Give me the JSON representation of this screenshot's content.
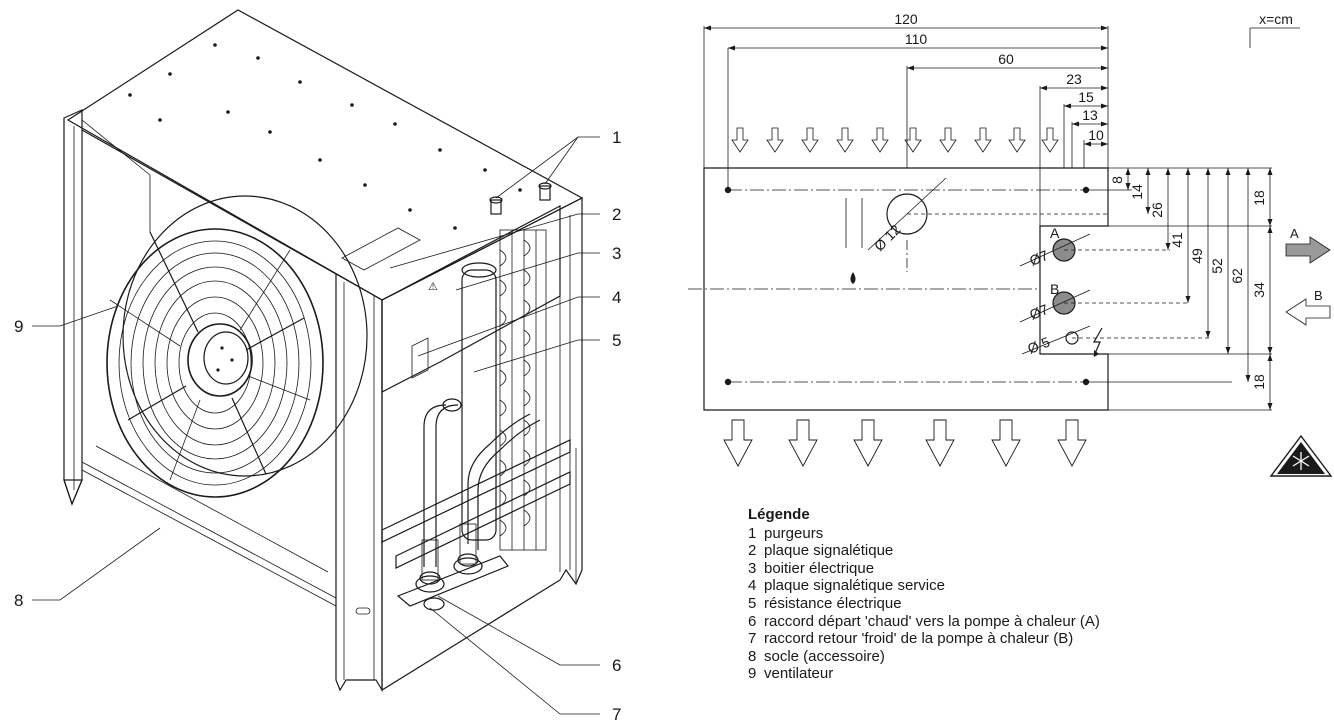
{
  "callouts": [
    "1",
    "2",
    "3",
    "4",
    "5",
    "6",
    "7",
    "8",
    "9"
  ],
  "dimensions": {
    "width_total": "120",
    "width_holes": "110",
    "to_drain": "60",
    "to_notch": "23",
    "to_a": "15",
    "to_b": "13",
    "to_elec": "10",
    "v_notch_top": "8",
    "v_top_margin": "18",
    "v_a": "14",
    "v_drain": "26",
    "v_b": "41",
    "v_elec": "49",
    "v_notch_bot": "52",
    "v_hole_bot": "62",
    "v_notch_height": "34",
    "v_bottom_margin": "18",
    "diam_drain": "Ø 12",
    "diam_a": "Ø7",
    "diam_b": "Ø7",
    "diam_elec": "Ø 5"
  },
  "port_labels": {
    "a": "A",
    "b": "B"
  },
  "flow_labels": {
    "out": "A",
    "in": "B"
  },
  "unit_label": "x=cm",
  "legend": {
    "title": "Légende",
    "items": [
      {
        "num": "1",
        "text": "purgeurs"
      },
      {
        "num": "2",
        "text": "plaque signalétique"
      },
      {
        "num": "3",
        "text": "boitier électrique"
      },
      {
        "num": "4",
        "text": "plaque signalétique service"
      },
      {
        "num": "5",
        "text": "résistance électrique"
      },
      {
        "num": "6",
        "text": "raccord départ 'chaud' vers la pompe à chaleur (A)"
      },
      {
        "num": "7",
        "text": "raccord retour 'froid' de la pompe à chaleur (B)"
      },
      {
        "num": "8",
        "text": "socle (accessoire)"
      },
      {
        "num": "9",
        "text": "ventilateur"
      }
    ]
  },
  "colors": {
    "line": "#1a1a1a",
    "port_fill": "#8c8c8c",
    "arrow_fill": "#9a9a9a"
  },
  "icons": [
    "frost-warning-icon",
    "lightning-icon",
    "water-drop-icon",
    "airflow-arrow-icon"
  ]
}
